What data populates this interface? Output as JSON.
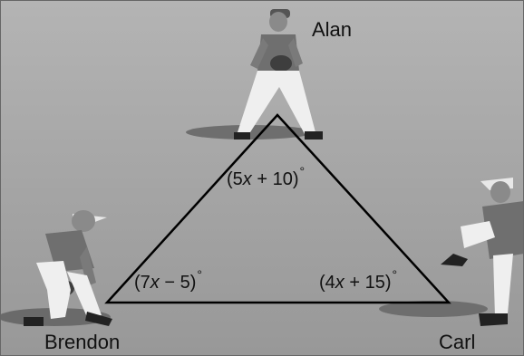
{
  "players": {
    "top": "Alan",
    "left": "Brendon",
    "right": "Carl"
  },
  "angles": {
    "top": {
      "before": "(5",
      "var": "x",
      "after": " + 10)",
      "unit": "°"
    },
    "left": {
      "before": "(7",
      "var": "x",
      "after": " − 5)",
      "unit": "°"
    },
    "right": {
      "before": "(4",
      "var": "x",
      "after": " + 15)",
      "unit": "°"
    }
  }
}
